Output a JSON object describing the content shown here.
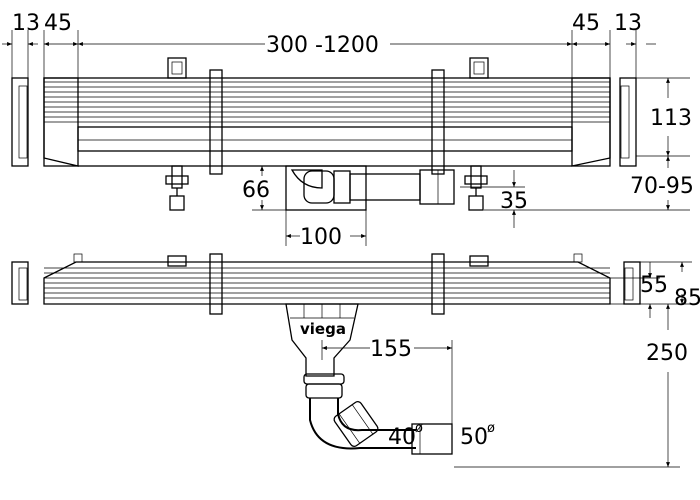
{
  "dimensions": {
    "end_cap_width_left": "13",
    "end_zone_left": "45",
    "length_range": "300 -1200",
    "end_zone_right": "45",
    "end_cap_width_right": "13",
    "channel_height": "113",
    "outlet_height": "66",
    "outlet_pipe_offset": "35",
    "feet_height_range": "70-95",
    "outlet_length": "100",
    "lower_height_85": "85",
    "lower_height_55": "55",
    "trap_offset": "155",
    "trap_depth": "250",
    "pipe_dia_40": "40",
    "pipe_dia_50": "50"
  },
  "diameter_symbol": "ø",
  "brand": "viega"
}
